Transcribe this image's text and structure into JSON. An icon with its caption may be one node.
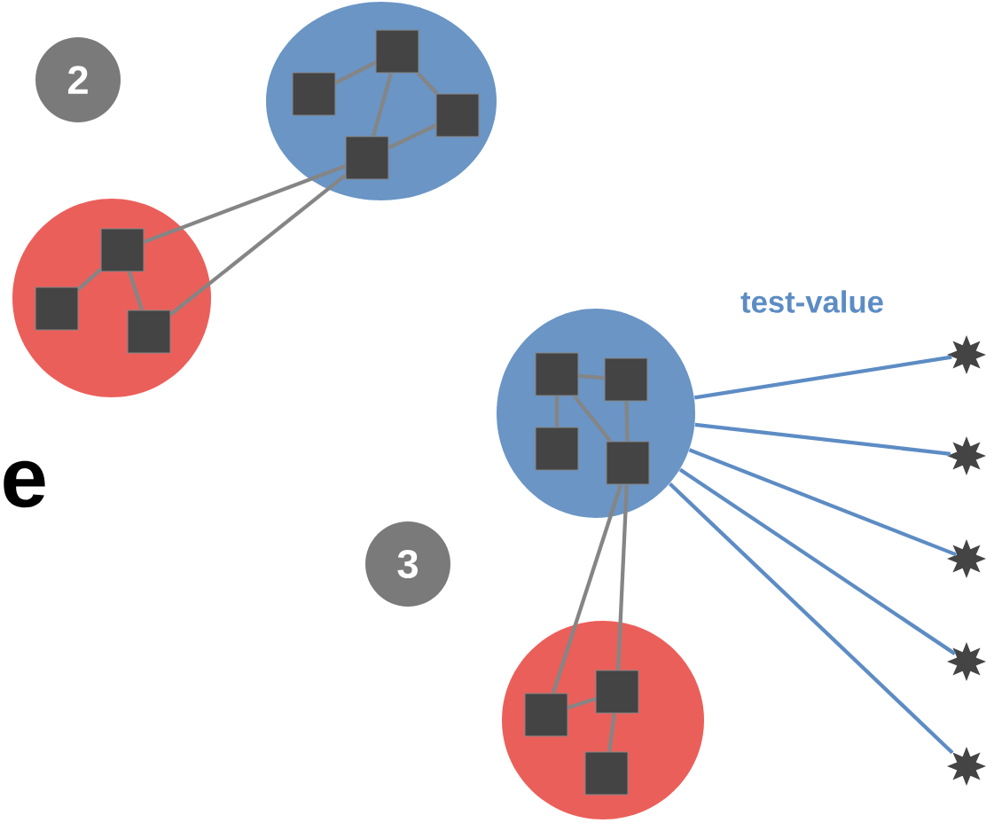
{
  "diagram": {
    "nodes": [
      {
        "text": [
          "2"
        ]
      },
      {
        "text": [],
        "shape": "circle"
      },
      {
        "text": [],
        "shape": "box",
        "in": 1
      },
      {
        "text": [],
        "shape": "box",
        "in": 1
      },
      {
        "text": [],
        "shape": "box",
        "in": 1
      },
      {
        "text": [],
        "shape": "box",
        "in": 1
      },
      {
        "text": [],
        "shape": "circle"
      },
      {
        "text": [],
        "shape": "box",
        "in": 6
      },
      {
        "text": [],
        "shape": "box",
        "in": 6
      },
      {
        "text": [],
        "shape": "box",
        "in": 6
      },
      {
        "text": [],
        "shape": "circle"
      },
      {
        "text": [],
        "shape": "box",
        "in": 10
      },
      {
        "text": [],
        "shape": "box",
        "in": 10
      },
      {
        "text": [],
        "shape": "box",
        "in": 10
      },
      {
        "text": [],
        "shape": "box",
        "in": 10
      },
      {
        "text": [
          "3"
        ]
      },
      {
        "text": [],
        "shape": "circle"
      },
      {
        "text": [],
        "shape": "box",
        "in": 16
      },
      {
        "text": [],
        "shape": "box",
        "in": 16
      },
      {
        "text": [],
        "shape": "box",
        "in": 16
      },
      {
        "text": [],
        "shape": "star"
      },
      {
        "text": [],
        "shape": "star"
      },
      {
        "text": [],
        "shape": "star"
      },
      {
        "text": [],
        "shape": "star"
      },
      {
        "text": [],
        "shape": "star"
      }
    ],
    "edges": [
      {
        "from": 2,
        "to": 3,
        "arrow": "none"
      },
      {
        "from": 3,
        "to": 4,
        "arrow": "none"
      },
      {
        "from": 3,
        "to": 5,
        "arrow": "none"
      },
      {
        "from": 4,
        "to": 5,
        "arrow": "none"
      },
      {
        "from": 7,
        "to": 8,
        "arrow": "none"
      },
      {
        "from": 7,
        "to": 9,
        "arrow": "none"
      },
      {
        "from": 5,
        "to": 7,
        "arrow": "none"
      },
      {
        "from": 5,
        "to": 9,
        "arrow": "none"
      },
      {
        "from": 11,
        "to": 12,
        "arrow": "none"
      },
      {
        "from": 11,
        "to": 13,
        "arrow": "none"
      },
      {
        "from": 11,
        "to": 14,
        "arrow": "none"
      },
      {
        "from": 12,
        "to": 14,
        "arrow": "none"
      },
      {
        "from": 17,
        "to": 18,
        "arrow": "none"
      },
      {
        "from": 18,
        "to": 19,
        "arrow": "none"
      },
      {
        "from": 14,
        "to": 17,
        "arrow": "none"
      },
      {
        "from": 14,
        "to": 18,
        "arrow": "none"
      },
      {
        "from": 10,
        "to": 20,
        "arrow": "none",
        "color": "#5d8cc4"
      },
      {
        "from": 10,
        "to": 21,
        "arrow": "none",
        "color": "#5d8cc4"
      },
      {
        "from": 10,
        "to": 22,
        "arrow": "none",
        "color": "#5d8cc4"
      },
      {
        "from": 10,
        "to": 23,
        "arrow": "none",
        "color": "#5d8cc4"
      },
      {
        "from": 10,
        "to": 24,
        "arrow": "none",
        "color": "#5d8cc4"
      }
    ],
    "labels": [
      "test-value",
      "e"
    ]
  }
}
